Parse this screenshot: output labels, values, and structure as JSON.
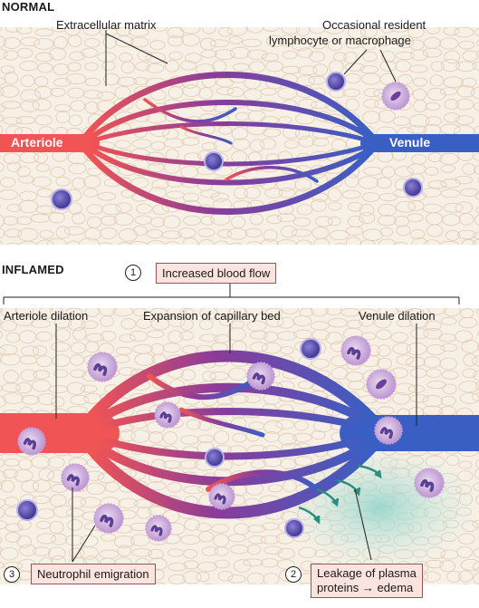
{
  "normal": {
    "title": "NORMAL",
    "ecm_label": "Extracellular matrix",
    "resident_label_1": "Occasional resident",
    "resident_label_2": "lymphocyte or macrophage",
    "arteriole_label": "Arteriole",
    "venule_label": "Venule"
  },
  "inflamed": {
    "title": "INFLAMED",
    "step1_num": "1",
    "step1_label": "Increased blood flow",
    "arteriole_dilation_label": "Arteriole dilation",
    "capillary_label": "Expansion of capillary bed",
    "venule_dilation_label": "Venule dilation",
    "step3_num": "3",
    "step3_label": "Neutrophil emigration",
    "step2_num": "2",
    "step2_label_1": "Leakage of plasma",
    "step2_label_2": "proteins",
    "step2_arrow": "→",
    "step2_label_3": "edema"
  },
  "colors": {
    "arteriole": "#ef4b4b",
    "capillary_mid": "#7b3d9a",
    "venule": "#3a5fc4",
    "matrix_bg": "#f6eee4",
    "matrix_line": "#e4d2bd",
    "neutrophil": "#c9a6d8",
    "lymphocyte": "#4a3f9e",
    "edema": "#9fd8d0",
    "label_box": "#fbe3df"
  }
}
